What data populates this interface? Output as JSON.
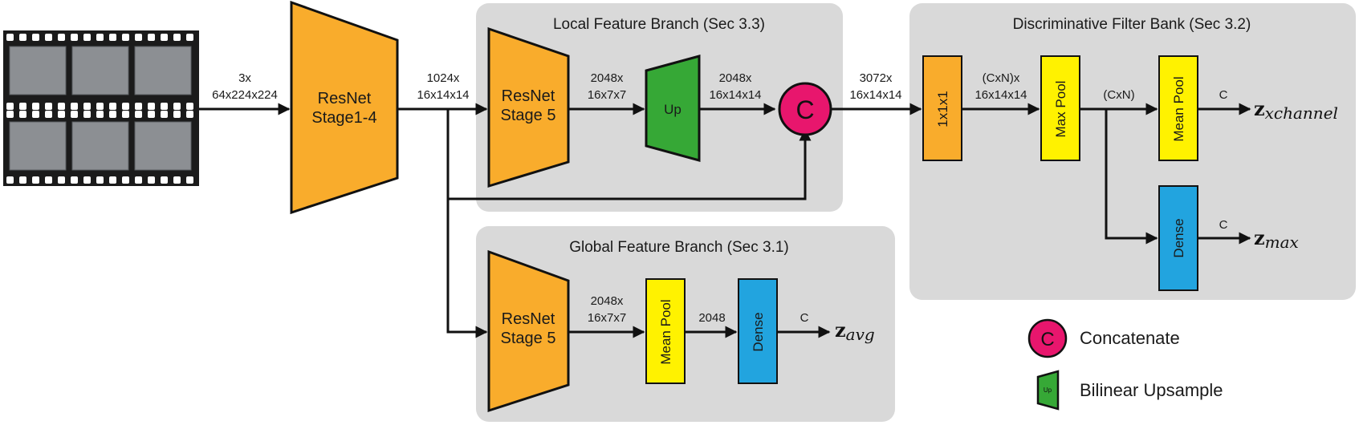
{
  "branches": {
    "local": {
      "title": "Local Feature Branch (Sec 3.3)"
    },
    "global": {
      "title": "Global Feature Branch (Sec 3.1)"
    },
    "dfb": {
      "title": "Discriminative Filter Bank (Sec 3.2)"
    }
  },
  "blocks": {
    "resnet14": {
      "line1": "ResNet",
      "line2": "Stage1-4"
    },
    "resnet5_local": {
      "line1": "ResNet",
      "line2": "Stage 5"
    },
    "resnet5_global": {
      "line1": "ResNet",
      "line2": "Stage 5"
    },
    "up": "Up",
    "concat": "C",
    "conv1x1": "1x1x1",
    "maxpool": "Max Pool",
    "meanpool_dfb": "Mean Pool",
    "dense_dfb": "Dense",
    "meanpool_global": "Mean Pool",
    "dense_global": "Dense"
  },
  "edge_labels": {
    "input": [
      "3x",
      "64x224x224"
    ],
    "r14_out": [
      "1024x",
      "16x14x14"
    ],
    "local_r5_out": [
      "2048x",
      "16x7x7"
    ],
    "up_out": [
      "2048x",
      "16x14x14"
    ],
    "concat_out": [
      "3072x",
      "16x14x14"
    ],
    "conv_out": [
      "(CxN)x",
      "16x14x14"
    ],
    "maxpool_out": "(CxN)",
    "meanpool_dfb_out": "C",
    "dense_dfb_out": "C",
    "global_r5_out": [
      "2048x",
      "16x7x7"
    ],
    "global_meanpool_out": "2048",
    "global_dense_out": "C"
  },
  "outputs": {
    "xchannel": {
      "base": "z",
      "sub": "xchannel"
    },
    "max": {
      "base": "z",
      "sub": "max"
    },
    "avg": {
      "base": "z",
      "sub": "avg"
    }
  },
  "legend": {
    "concat_symbol": "C",
    "concat_label": "Concatenate",
    "up_symbol": "Up",
    "up_label": "Bilinear Upsample"
  },
  "colors": {
    "panel": "#d9d9d9",
    "resnet": "#f9ac2c",
    "up": "#36a836",
    "concat": "#e8166d",
    "conv": "#f9ac2c",
    "pool": "#fff200",
    "dense": "#22a4df"
  }
}
